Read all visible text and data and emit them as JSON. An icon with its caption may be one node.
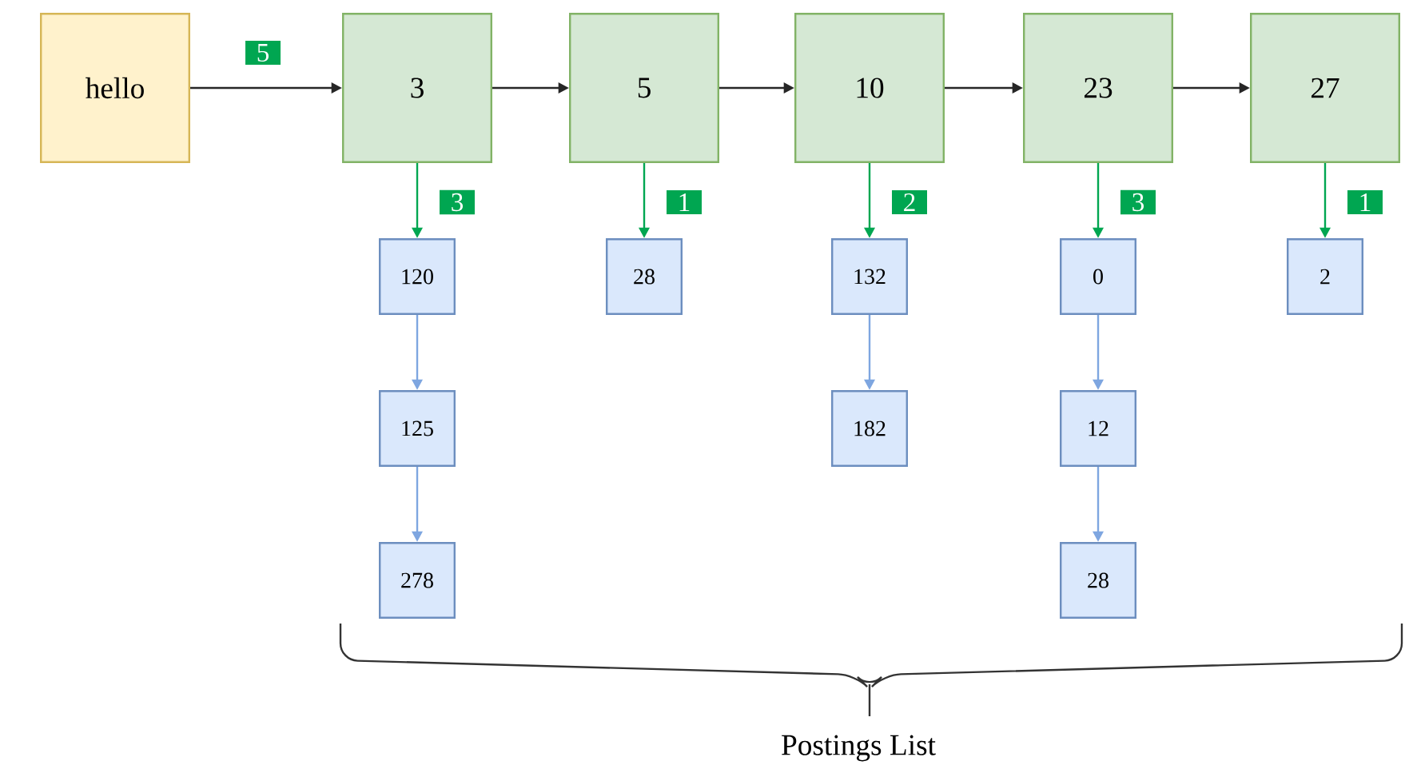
{
  "diagram": {
    "nodes": [
      {
        "text": [
          "hello"
        ]
      },
      {
        "text": [
          "3"
        ]
      },
      {
        "text": [
          "5"
        ]
      },
      {
        "text": [
          "10"
        ]
      },
      {
        "text": [
          "23"
        ]
      },
      {
        "text": [
          "27"
        ]
      },
      {
        "text": [
          "120"
        ]
      },
      {
        "text": [
          "125"
        ]
      },
      {
        "text": [
          "278"
        ]
      },
      {
        "text": [
          "28"
        ]
      },
      {
        "text": [
          "132"
        ]
      },
      {
        "text": [
          "182"
        ]
      },
      {
        "text": [
          "0"
        ]
      },
      {
        "text": [
          "12"
        ]
      },
      {
        "text": [
          "28"
        ]
      },
      {
        "text": [
          "2"
        ]
      }
    ],
    "edges": [
      {
        "from": 0,
        "to": 1,
        "arrow": "to",
        "label": "5"
      },
      {
        "from": 1,
        "to": 2,
        "arrow": "to"
      },
      {
        "from": 2,
        "to": 3,
        "arrow": "to"
      },
      {
        "from": 3,
        "to": 4,
        "arrow": "to"
      },
      {
        "from": 4,
        "to": 5,
        "arrow": "to"
      },
      {
        "from": 1,
        "to": 6,
        "arrow": "to",
        "label": "3",
        "color": "#00a651"
      },
      {
        "from": 2,
        "to": 9,
        "arrow": "to",
        "label": "1",
        "color": "#00a651"
      },
      {
        "from": 3,
        "to": 10,
        "arrow": "to",
        "label": "2",
        "color": "#00a651"
      },
      {
        "from": 4,
        "to": 12,
        "arrow": "to",
        "label": "3",
        "color": "#00a651"
      },
      {
        "from": 5,
        "to": 15,
        "arrow": "to",
        "label": "1",
        "color": "#00a651"
      },
      {
        "from": 6,
        "to": 7,
        "arrow": "to",
        "color": "#7ea6e0"
      },
      {
        "from": 7,
        "to": 8,
        "arrow": "to",
        "color": "#7ea6e0"
      },
      {
        "from": 10,
        "to": 11,
        "arrow": "to",
        "color": "#7ea6e0"
      },
      {
        "from": 12,
        "to": 13,
        "arrow": "to",
        "color": "#7ea6e0"
      },
      {
        "from": 13,
        "to": 14,
        "arrow": "to",
        "color": "#7ea6e0"
      }
    ],
    "labels": [
      "Postings List"
    ]
  }
}
